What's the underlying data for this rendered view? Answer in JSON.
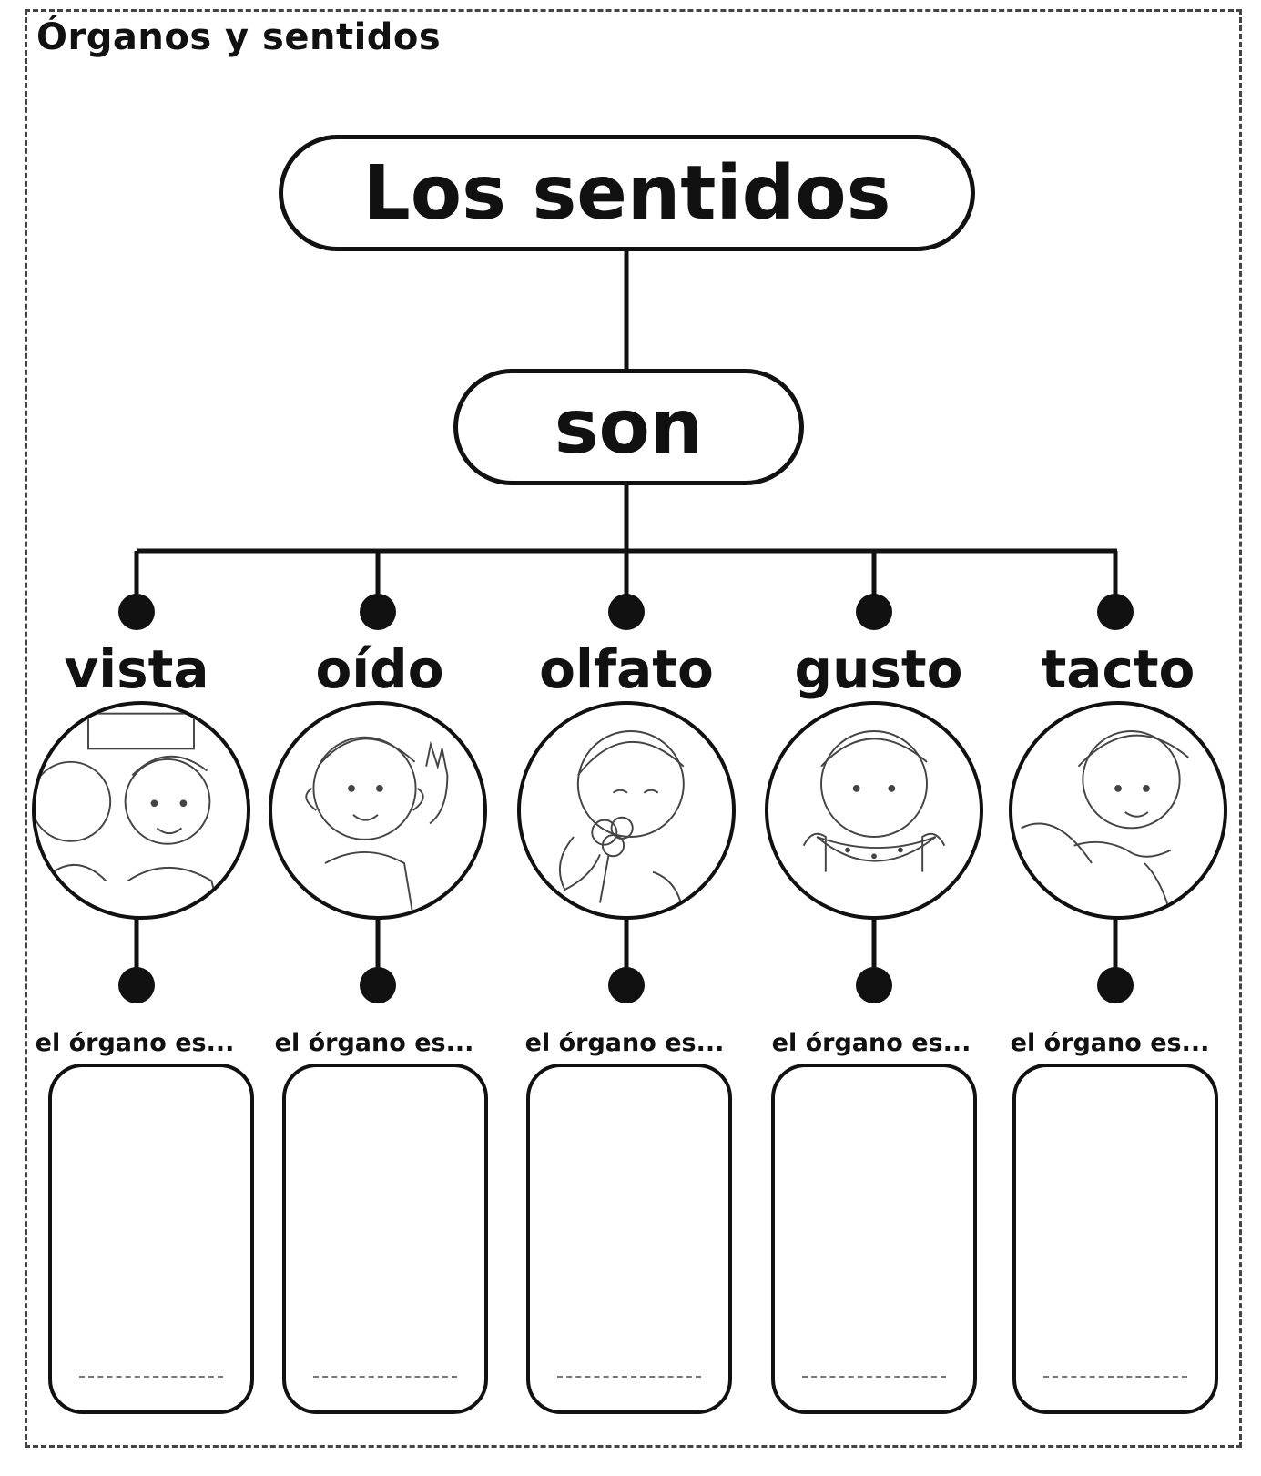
{
  "heading": "Órganos y sentidos",
  "root": "Los sentidos",
  "connector": "son",
  "prompt": "el órgano es...",
  "senses": [
    {
      "label": "vista",
      "icon": "eye-child-icon"
    },
    {
      "label": "oído",
      "icon": "ear-child-icon"
    },
    {
      "label": "olfato",
      "icon": "nose-flower-icon"
    },
    {
      "label": "gusto",
      "icon": "watermelon-child-icon"
    },
    {
      "label": "tacto",
      "icon": "touch-child-icon"
    }
  ],
  "colors": {
    "ink": "#111111",
    "background": "#ffffff"
  }
}
